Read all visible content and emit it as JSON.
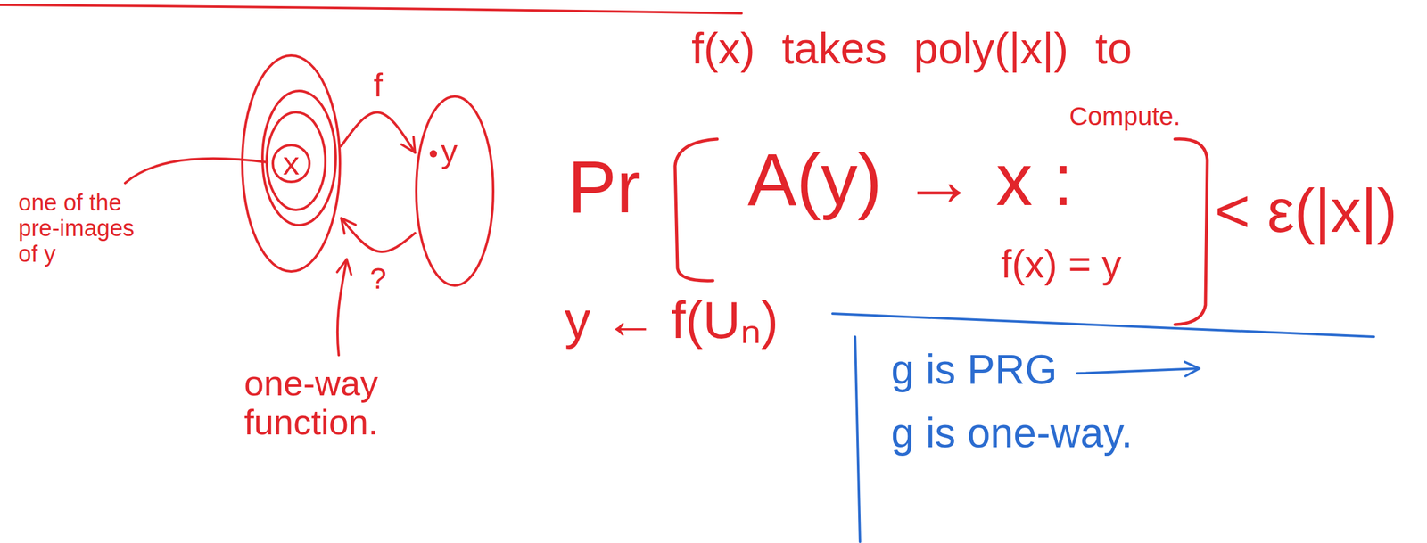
{
  "diagram": {
    "nodes": [
      {
        "text": [
          "x"
        ]
      },
      {
        "text": [
          "y"
        ]
      }
    ],
    "edges": [
      {
        "from": 0,
        "to": 1,
        "arrow": "to",
        "label": "f"
      },
      {
        "from": 1,
        "to": 0,
        "arrow": "to",
        "label": "?"
      }
    ],
    "labels": [
      "f(x) takes poly(|x|) to",
      "Compute.",
      "Pr",
      "A(y) → x :",
      "f(x) = y",
      "< ε(|x|)",
      "y ← f(Uₙ)",
      "one of the pre-images of y",
      "one-way function.",
      "g is PRG",
      "g is one-way."
    ]
  }
}
